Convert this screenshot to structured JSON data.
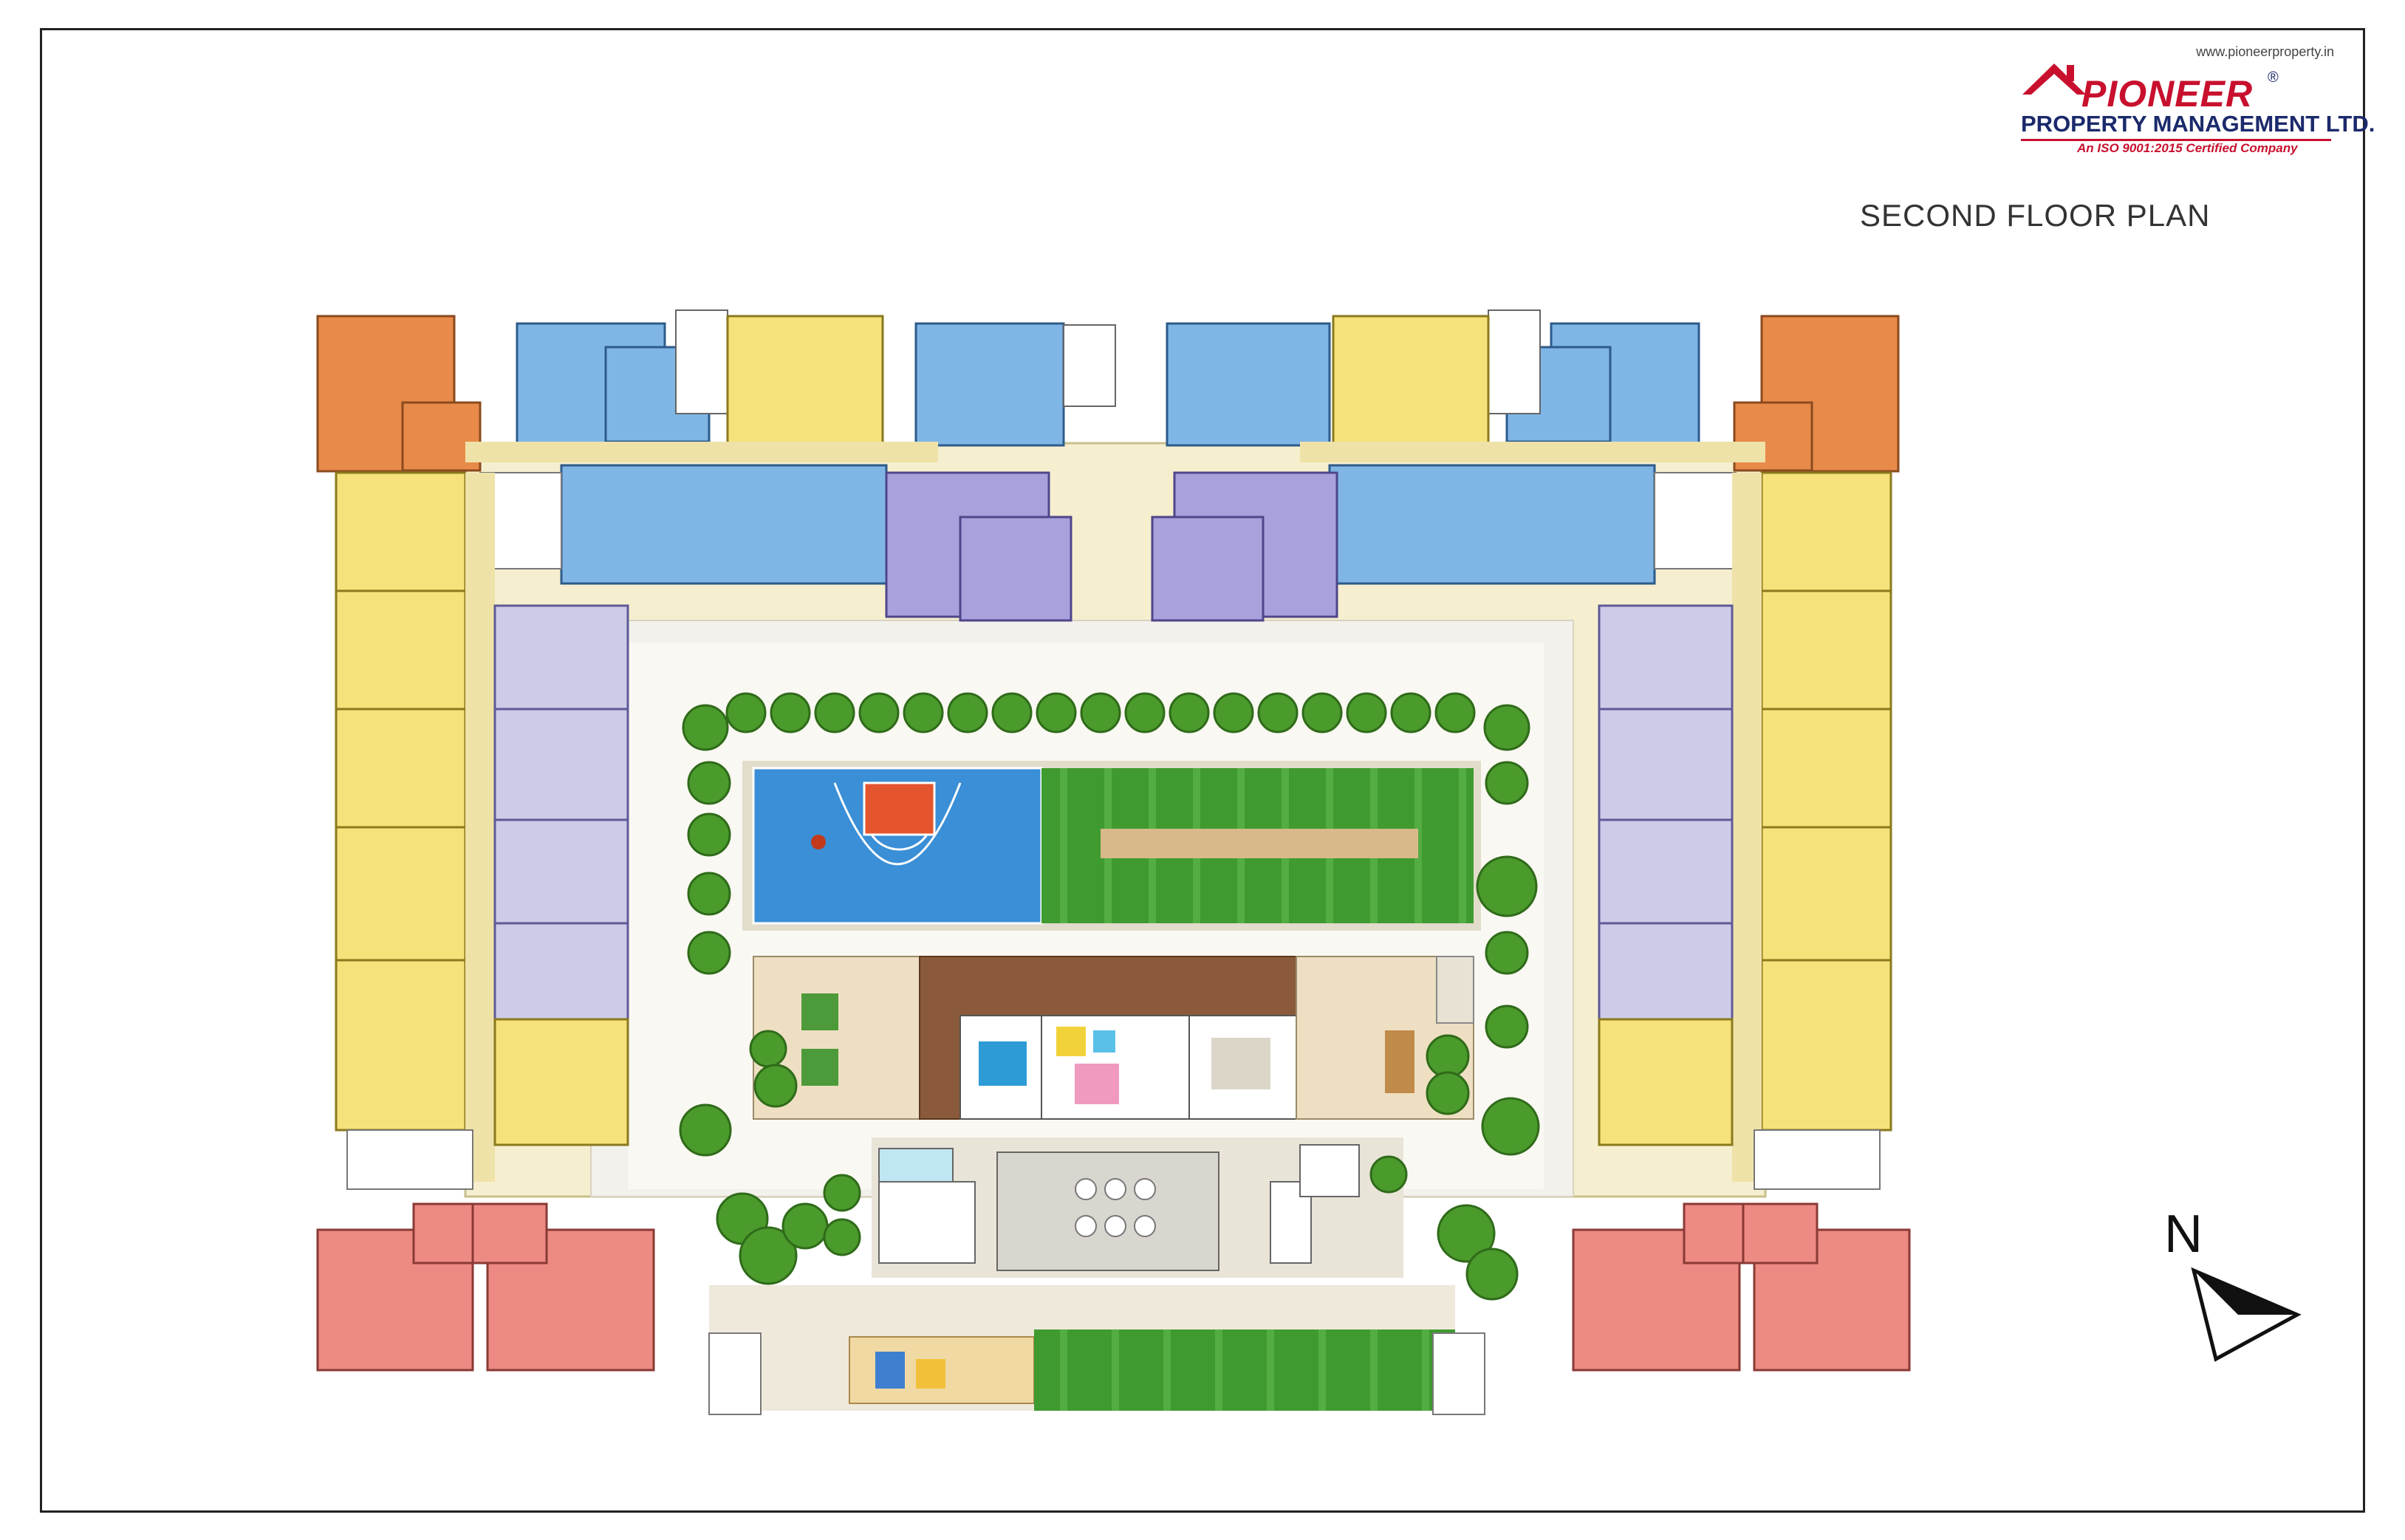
{
  "header": {
    "website": "www.pioneerproperty.in",
    "brand": "PIONEER",
    "registered": "®",
    "company": "PROPERTY MANAGEMENT LTD.",
    "certification": "An ISO 9001:2015 Certified Company",
    "plan_title": "SECOND FLOOR PLAN"
  },
  "compass": {
    "label": "N"
  },
  "colors": {
    "orange_units": "#e88a4a",
    "yellow_units": "#f6e27a",
    "blue_units": "#7fb6e6",
    "purple_units": "#a9a1dc",
    "lavender_units": "#cdcbe8",
    "pink_units": "#ec8a83",
    "corridor": "#f6efcf",
    "court_blue": "#3a8fd6",
    "court_red": "#e4552d",
    "lawn_green": "#3f9a2f",
    "brand_red": "#c8102e",
    "brand_blue": "#1b2a6b"
  },
  "icons": [
    "house-roof-logo-icon",
    "north-arrow-icon",
    "tree-icon"
  ]
}
